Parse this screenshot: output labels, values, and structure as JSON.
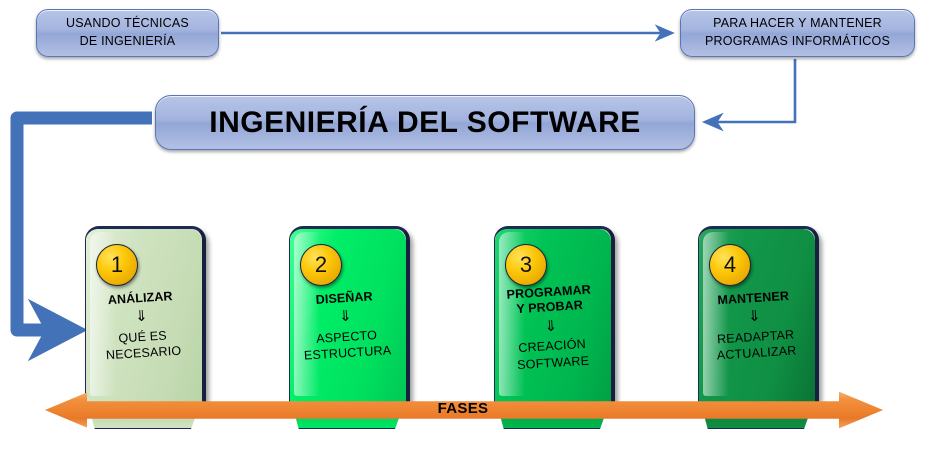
{
  "diagram": {
    "title": "INGENIERÍA DEL SOFTWARE",
    "top_left_box": {
      "line1": "USANDO TÉCNICAS",
      "line2": "DE INGENIERÍA"
    },
    "top_right_box": {
      "line1": "PARA HACER Y MANTENER",
      "line2": "PROGRAMAS INFORMÁTICOS"
    },
    "axis_label": "FASES",
    "colors": {
      "box_blue": "#a4b5df",
      "box_blue_border": "#5b76b8",
      "arrow_blue": "#4472b8",
      "badge_yellow": "#fdc80a",
      "card_border_navy": "#1d2b52",
      "fases_orange": "#ee8430"
    },
    "phases": [
      {
        "number": "1",
        "heading": "ANÁLIZAR",
        "down_arrow": "⇓",
        "sub_line1": "QUÉ ES",
        "sub_line2": "NECESARIO",
        "color": "#cfe3c0",
        "color_dark": "#b9d3a6"
      },
      {
        "number": "2",
        "heading": "DISEÑAR",
        "down_arrow": "⇓",
        "sub_line1": "ASPECTO",
        "sub_line2": "ESTRUCTURA",
        "color": "#00e663",
        "color_dark": "#00c855"
      },
      {
        "number": "3",
        "heading_line1": "PROGRAMAR",
        "heading_line2": "Y PROBAR",
        "down_arrow": "⇓",
        "sub_line1": "CREACIÓN",
        "sub_line2": "SOFTWARE",
        "color": "#00b64e",
        "color_dark": "#02a045"
      },
      {
        "number": "4",
        "heading": "MANTENER",
        "down_arrow": "⇓",
        "sub_line1": "READAPTAR",
        "sub_line2": "ACTUALIZAR",
        "color": "#0f8f43",
        "color_dark": "#0b7c39"
      }
    ]
  }
}
